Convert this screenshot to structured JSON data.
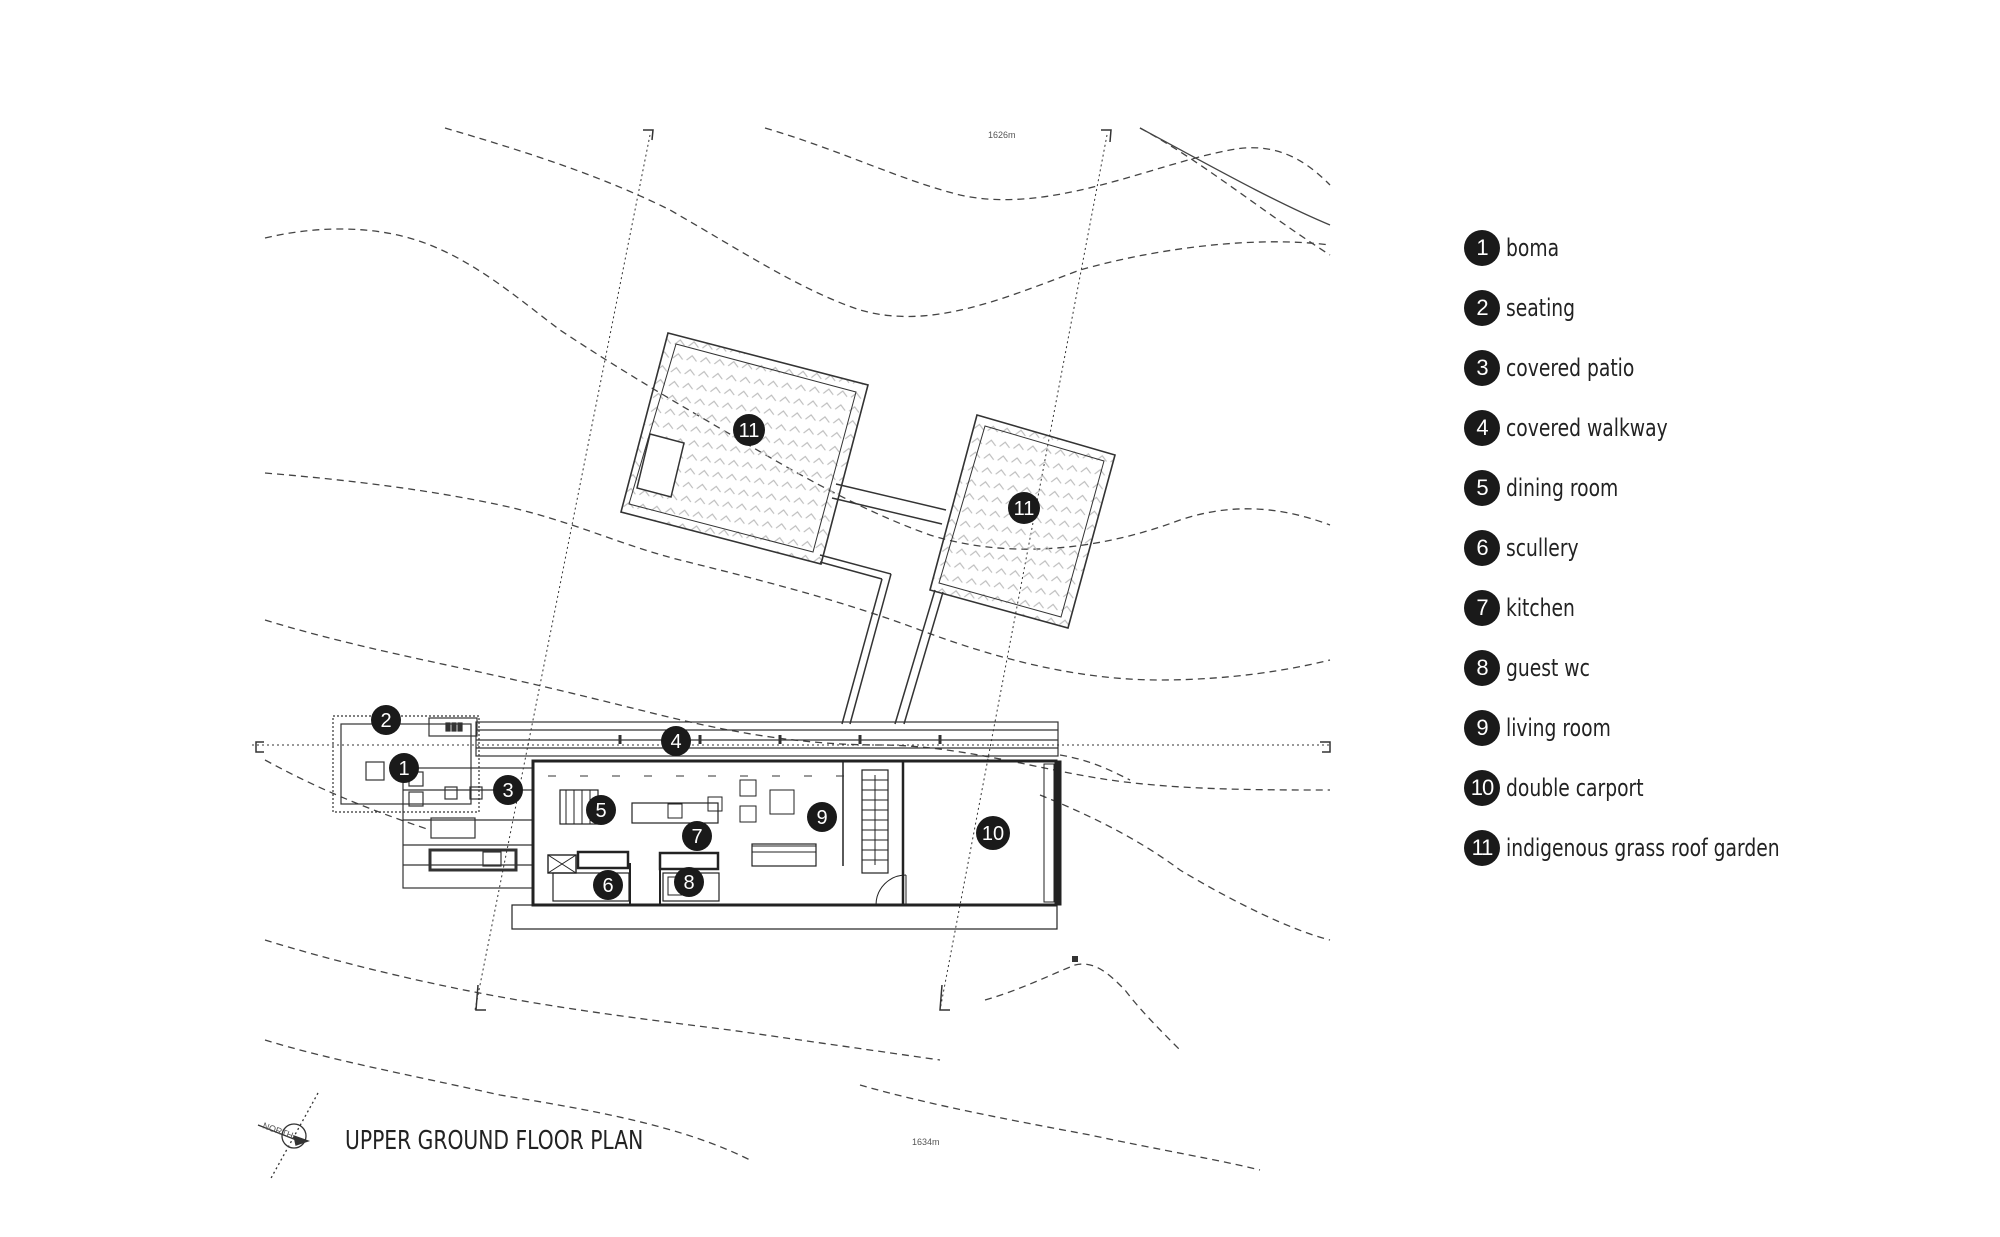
{
  "title": "UPPER GROUND FLOOR PLAN",
  "north_label": "NORTH",
  "contour_labels": [
    "1626m",
    "1634m"
  ],
  "legend": [
    {
      "number": "1",
      "label": "boma"
    },
    {
      "number": "2",
      "label": "seating"
    },
    {
      "number": "3",
      "label": "covered patio"
    },
    {
      "number": "4",
      "label": "covered walkway"
    },
    {
      "number": "5",
      "label": "dining room"
    },
    {
      "number": "6",
      "label": "scullery"
    },
    {
      "number": "7",
      "label": "kitchen"
    },
    {
      "number": "8",
      "label": "guest wc"
    },
    {
      "number": "9",
      "label": "living room"
    },
    {
      "number": "10",
      "label": "double carport"
    },
    {
      "number": "11",
      "label": "indigenous grass roof garden"
    }
  ],
  "colors": {
    "ink": "#1a1a1a",
    "line": "#333333",
    "contour": "#444444",
    "hatch": "#cccccc"
  }
}
